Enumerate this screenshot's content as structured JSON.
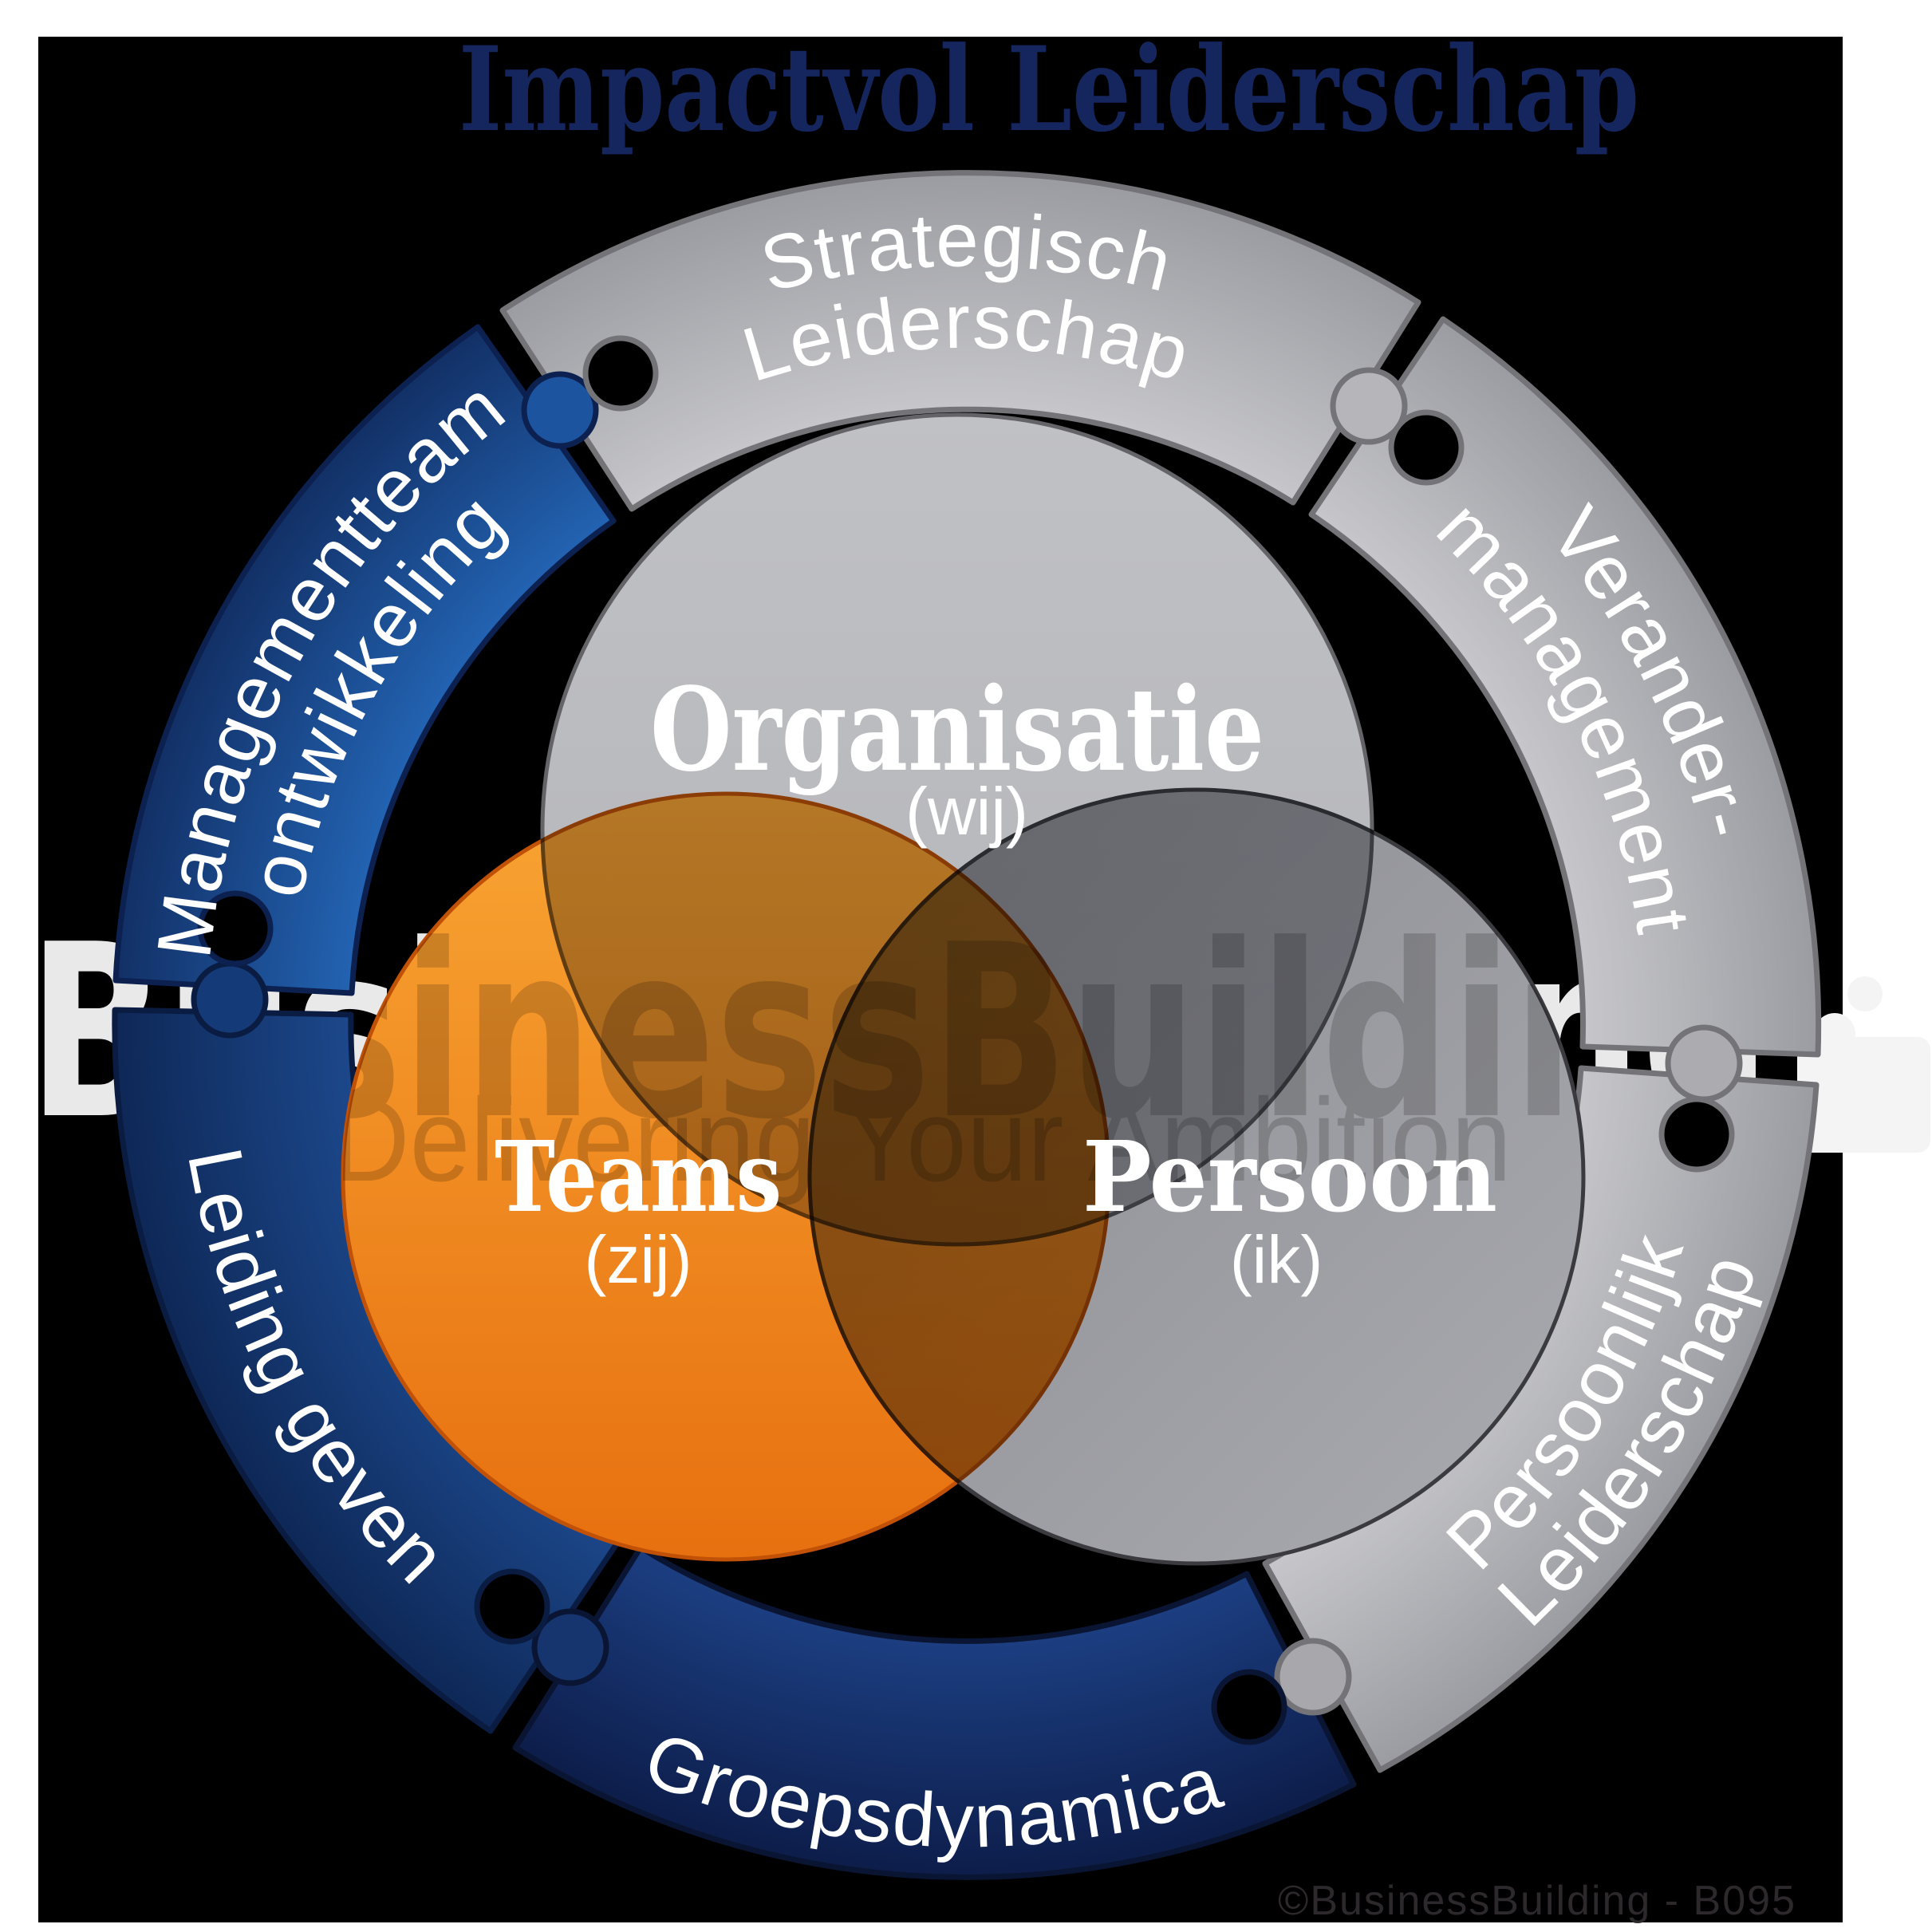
{
  "title": "Impactvol Leiderschap",
  "ring_segments": [
    {
      "id": "strategisch-leiderschap",
      "label_line1": "Strategisch",
      "label_line2": "Leiderschap"
    },
    {
      "id": "verandermanagement",
      "label_line1": "Verander-",
      "label_line2": "management"
    },
    {
      "id": "persoonlijk-leiderschap",
      "label_line1": "Persoonlijk",
      "label_line2": "Leiderschap"
    },
    {
      "id": "groepsdynamica",
      "label_line1": "Groepsdynamica"
    },
    {
      "id": "leiding-geven",
      "label_line1": "Leiding geven"
    },
    {
      "id": "managementteam-ontwikkeling",
      "label_line1": "Managementteam",
      "label_line2": "ontwikkeling"
    }
  ],
  "venn": {
    "organisatie": {
      "label": "Organisatie",
      "sub": "(wij)"
    },
    "teams": {
      "label": "Teams",
      "sub": "(zij)"
    },
    "persoon": {
      "label": "Persoon",
      "sub": "(ik)"
    }
  },
  "watermark": {
    "brand": "BusinessBuilding",
    "tagline": "Delivering Your Ambition"
  },
  "footer": {
    "credit": "©BusinessBuilding - B095"
  },
  "colors": {
    "title_navy": "#15265f",
    "piece_gray": "#b2b3b8",
    "piece_blue_bright": "#2160b0",
    "piece_blue_dark": "#122a5e",
    "venn_orange": "#ee8a1c",
    "venn_gray_light": "#bcbdc1",
    "venn_gray_dark": "#97989d",
    "background": "#000000",
    "watermark_white": "#f1f1f2"
  }
}
